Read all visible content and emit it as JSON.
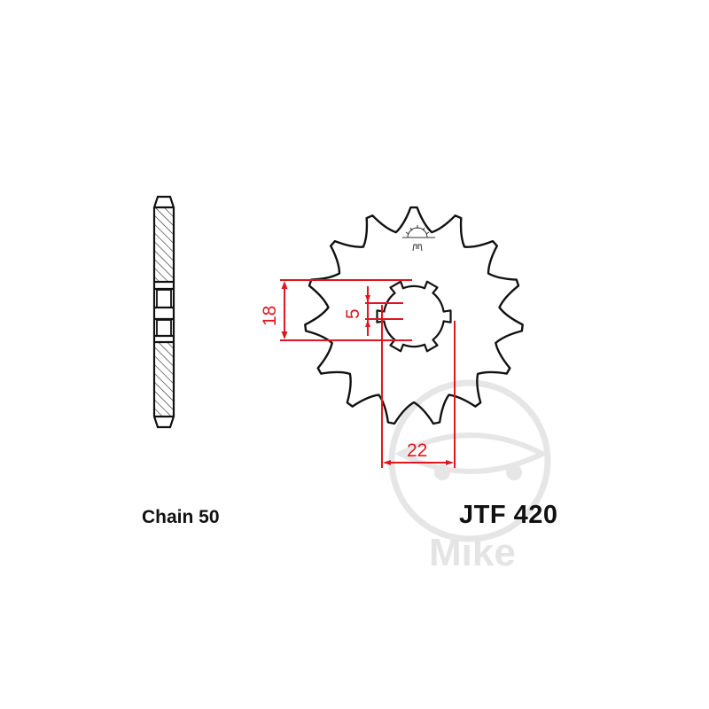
{
  "part_number": "JTF 420",
  "chain_label": "Chain 50",
  "watermark": "Mike",
  "dimensions": {
    "bore_height": "18",
    "spline_width": "5",
    "bore_diameter": "22"
  },
  "sprocket": {
    "teeth": 15,
    "spline_count": 6
  },
  "colors": {
    "outline": "#111111",
    "dimension": "#e0161e",
    "watermark": "#e4e4e4",
    "background": "#ffffff"
  }
}
